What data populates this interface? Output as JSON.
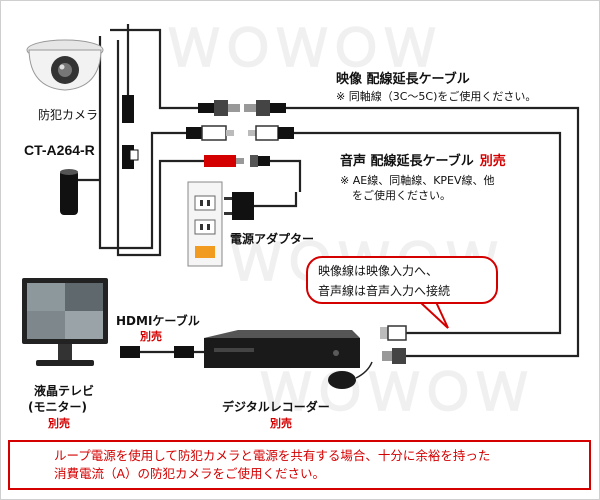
{
  "camera": {
    "label": "防犯カメラ",
    "model": "CT-A264-R"
  },
  "video_cable": {
    "title": "映像 配線延長ケーブル",
    "note": "※ 同軸線（3C〜5C)をご使用ください。"
  },
  "audio_cable": {
    "title": "音声 配線延長ケーブル",
    "sold_separately": "別売",
    "note_line1": "※ AE線、同軸線、KPEV線、他",
    "note_line2": "をご使用ください。"
  },
  "adapter": {
    "label": "電源アダプター"
  },
  "bubble": {
    "line1": "映像線は映像入力へ、",
    "line2": "音声線は音声入力へ接続"
  },
  "hdmi": {
    "label": "HDMIケーブル",
    "sold_separately": "別売"
  },
  "tv": {
    "label_line1": "液晶テレビ",
    "label_line2": "(モニター)",
    "sold_separately": "別売"
  },
  "recorder": {
    "label": "デジタルレコーダー",
    "sold_separately": "別売"
  },
  "footer_note": {
    "line1": "ループ電源を使用して防犯カメラと電源を共有する場合、十分に余裕を持った",
    "line2": "消費電流（A）の防犯カメラをご使用ください。"
  },
  "colors": {
    "accent_red": "#d40000",
    "cable": "#222222"
  }
}
